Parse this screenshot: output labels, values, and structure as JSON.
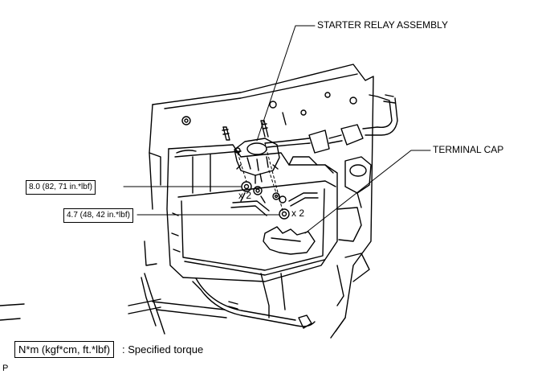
{
  "callouts": {
    "starter_relay": "STARTER RELAY ASSEMBLY",
    "terminal_cap": "TERMINAL CAP"
  },
  "torques": {
    "upper": "8.0 (82, 71 in.*lbf)",
    "lower": "4.7 (48, 42 in.*lbf)"
  },
  "quantities": {
    "upper": "x 2",
    "lower": "x 2"
  },
  "legend": {
    "unit": "N*m (kgf*cm, ft.*lbf)",
    "description": ": Specified torque"
  },
  "corner_mark": "P"
}
